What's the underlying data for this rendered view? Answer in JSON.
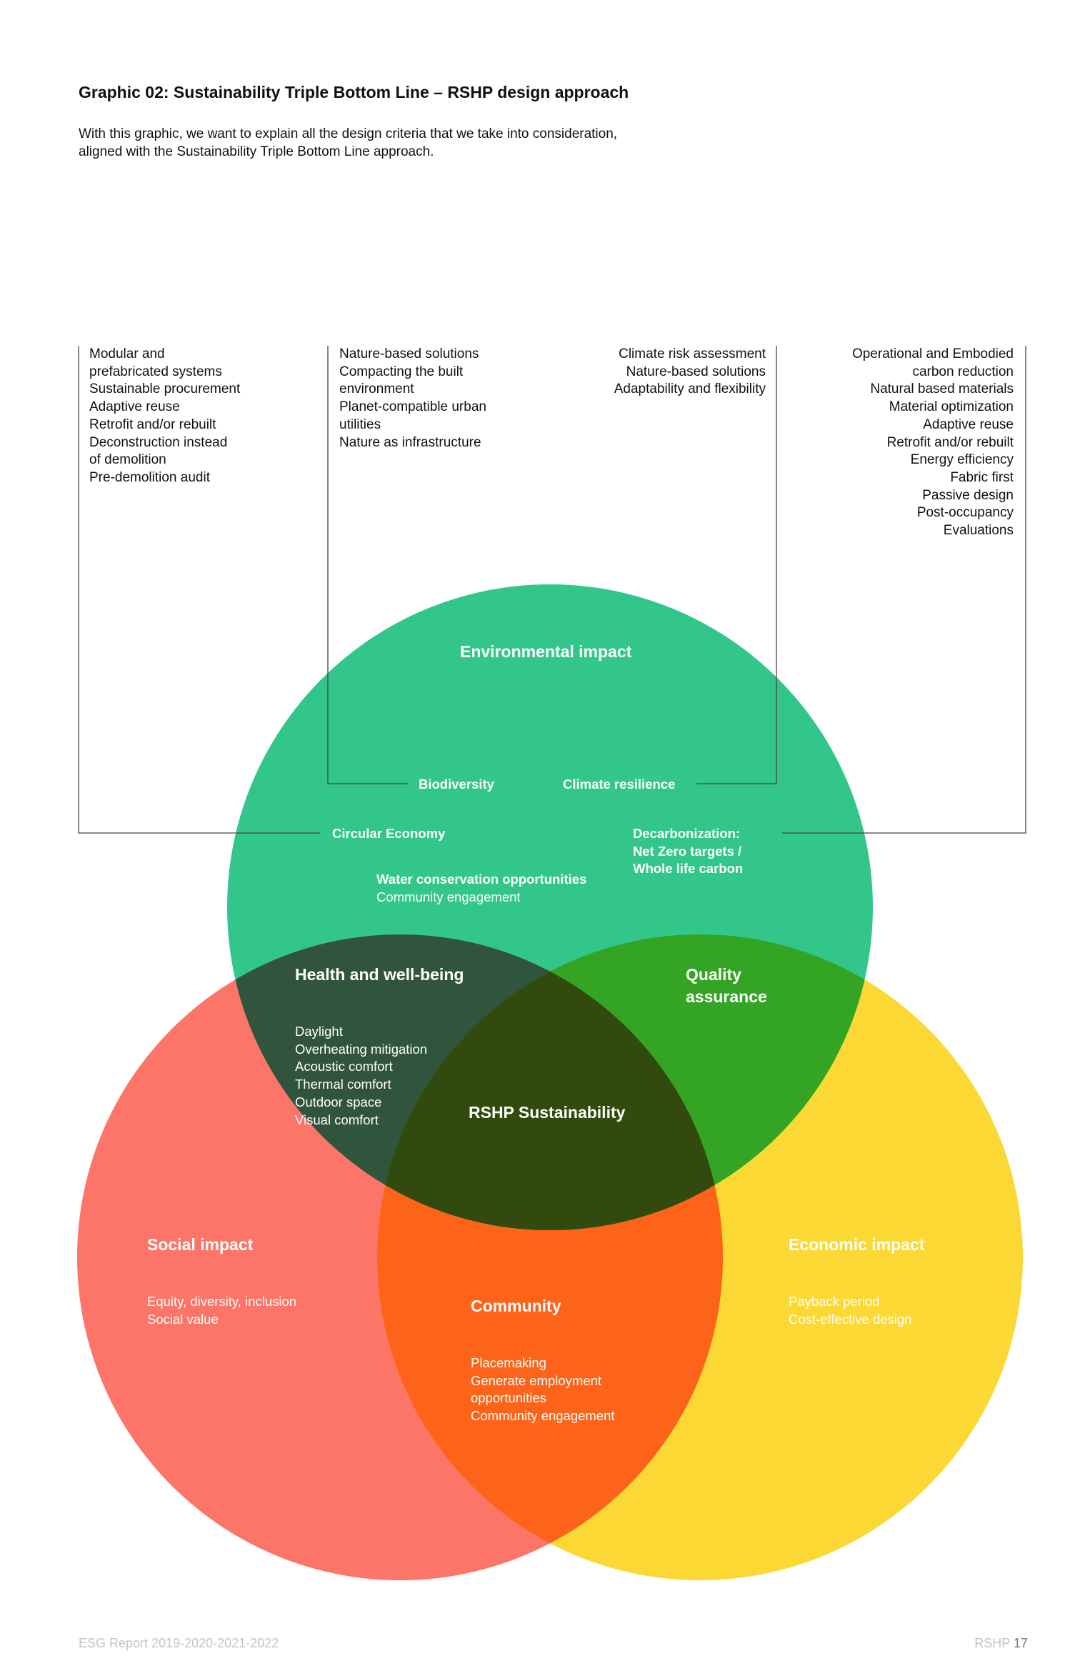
{
  "header": {
    "title": "Graphic 02: Sustainability Triple Bottom Line – RSHP design approach",
    "intro": [
      "With this graphic, we want to explain all the design criteria that we take into consideration,",
      "aligned with the Sustainability Triple Bottom Line approach."
    ]
  },
  "criteria_columns": {
    "circular_economy": [
      "Modular and",
      "prefabricated systems",
      "Sustainable procurement",
      "Adaptive reuse",
      "Retrofit and/or rebuilt",
      "Deconstruction instead",
      "of demolition",
      "Pre-demolition audit"
    ],
    "biodiversity": [
      "Nature-based solutions",
      "Compacting the built",
      "environment",
      "Planet-compatible urban",
      "utilities",
      "Nature as infrastructure"
    ],
    "climate_resilience": [
      "Climate risk assessment",
      "Nature-based solutions",
      "Adaptability and flexibility"
    ],
    "decarbonization": [
      "Operational  and Embodied",
      "carbon reduction",
      "Natural based materials",
      "Material optimization",
      "Adaptive reuse",
      "Retrofit and/or rebuilt",
      "Energy efficiency",
      "Fabric first",
      "Passive design",
      "Post-occupancy",
      "Evaluations"
    ]
  },
  "venn": {
    "colors": {
      "environmental": "#33c68b",
      "social": "#fd7469",
      "economic": "#fcd835",
      "health": "#31543c",
      "quality": "#33a423",
      "community": "#fd6319",
      "center": "#334a0e"
    },
    "environmental": {
      "title": "Environmental impact",
      "biodiversity": "Biodiversity",
      "climate_resilience": "Climate resilience",
      "circular_economy": "Circular Economy",
      "decarbonization": [
        "Decarbonization:",
        "Net Zero targets /",
        "Whole life carbon"
      ],
      "water": "Water conservation opportunities",
      "community_engagement": "Community engagement"
    },
    "health": {
      "title": "Health and well-being",
      "items": [
        "Daylight",
        "Overheating mitigation",
        "Acoustic comfort",
        "Thermal comfort",
        "Outdoor space",
        "Visual comfort"
      ]
    },
    "quality": {
      "title": [
        "Quality",
        "assurance"
      ]
    },
    "center": {
      "title": "RSHP Sustainability"
    },
    "social": {
      "title": "Social impact",
      "items": [
        "Equity, diversity, inclusion",
        "Social value"
      ]
    },
    "community": {
      "title": "Community",
      "items": [
        "Placemaking",
        "Generate employment",
        "opportunities",
        "Community engagement"
      ]
    },
    "economic": {
      "title": "Economic impact",
      "items": [
        "Payback period",
        "Cost-effective design"
      ]
    }
  },
  "footer": {
    "report": "ESG Report 2019-2020-2021-2022",
    "brand": "RSHP",
    "page": "17"
  }
}
